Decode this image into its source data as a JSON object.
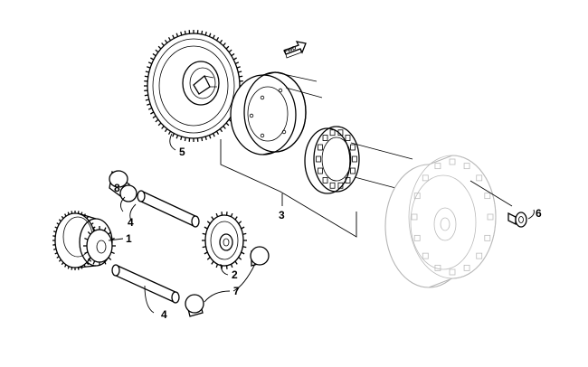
{
  "diagram": {
    "direction_label": "FWD",
    "callouts": [
      {
        "id": "c1",
        "text": "1"
      },
      {
        "id": "c2",
        "text": "2"
      },
      {
        "id": "c3",
        "text": "3"
      },
      {
        "id": "c4a",
        "text": "4"
      },
      {
        "id": "c4b",
        "text": "4"
      },
      {
        "id": "c5",
        "text": "5"
      },
      {
        "id": "c6",
        "text": "6"
      },
      {
        "id": "c7",
        "text": "7"
      },
      {
        "id": "c8",
        "text": "8"
      }
    ]
  }
}
